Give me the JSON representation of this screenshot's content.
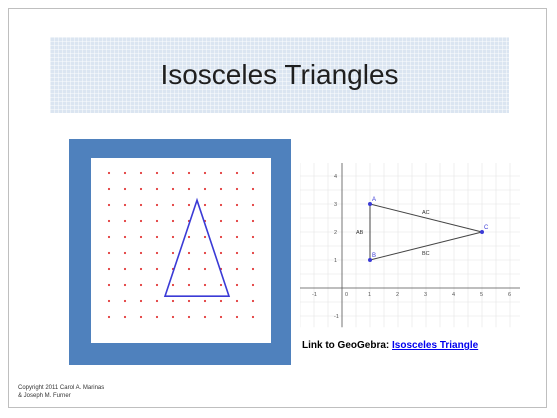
{
  "slide": {
    "title": "Isosceles Triangles",
    "link_prefix": "Link to GeoGebra: ",
    "link_text": "Isosceles Triangle",
    "copyright_line1": "Copyright 2011 Carol A. Marinas",
    "copyright_line2": "& Joseph M. Furner"
  },
  "colors": {
    "frame_blue": "#4f81bd",
    "title_band": "#dbe5f1",
    "triangle_stroke": "#3b3bd6",
    "peg_red": "#e23b3b",
    "link_blue": "#0000ee"
  },
  "geoboard": {
    "pegs_per_row": 10,
    "rows": 10,
    "triangle_vertices": [
      [
        3,
        0
      ],
      [
        1,
        6
      ],
      [
        5,
        6
      ]
    ]
  },
  "geogebra": {
    "x_ticks": [
      "-1",
      "0",
      "1",
      "2",
      "3",
      "4",
      "5",
      "6"
    ],
    "y_ticks": [
      "4",
      "3",
      "2",
      "1",
      "-1"
    ],
    "points": [
      {
        "label": "A",
        "x": 1,
        "y": 3
      },
      {
        "label": "B",
        "x": 1,
        "y": 1
      },
      {
        "label": "C",
        "x": 5,
        "y": 2
      }
    ],
    "segment_labels": {
      "AB": "AB",
      "AC": "AC",
      "BC": "BC"
    }
  }
}
